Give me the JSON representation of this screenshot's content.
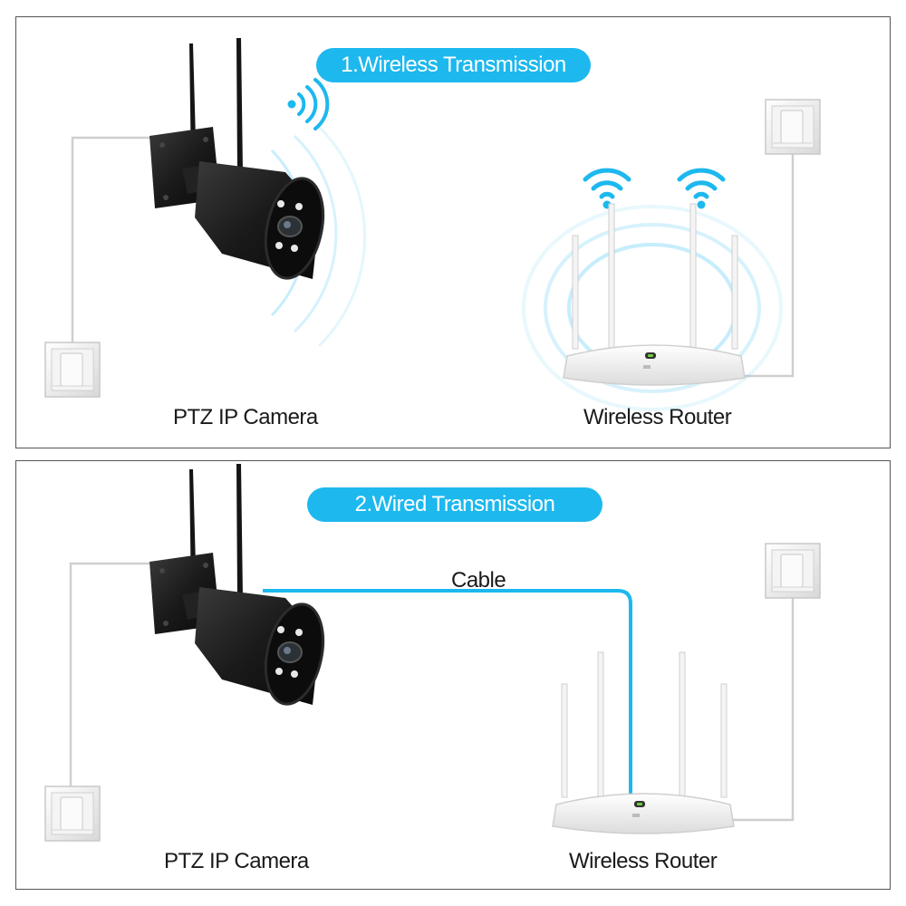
{
  "colors": {
    "accent": "#1db8ee",
    "camera_body": "#1c1c1c",
    "router_body": "#f2f2f2"
  },
  "sections": [
    {
      "title": "1.Wireless Transmission",
      "device_left": "PTZ IP Camera",
      "device_right": "Wireless Router",
      "link_type": "wifi"
    },
    {
      "title": "2.Wired Transmission",
      "device_left": "PTZ IP Camera",
      "device_right": "Wireless Router",
      "link_type": "cable",
      "link_label": "Cable"
    }
  ]
}
